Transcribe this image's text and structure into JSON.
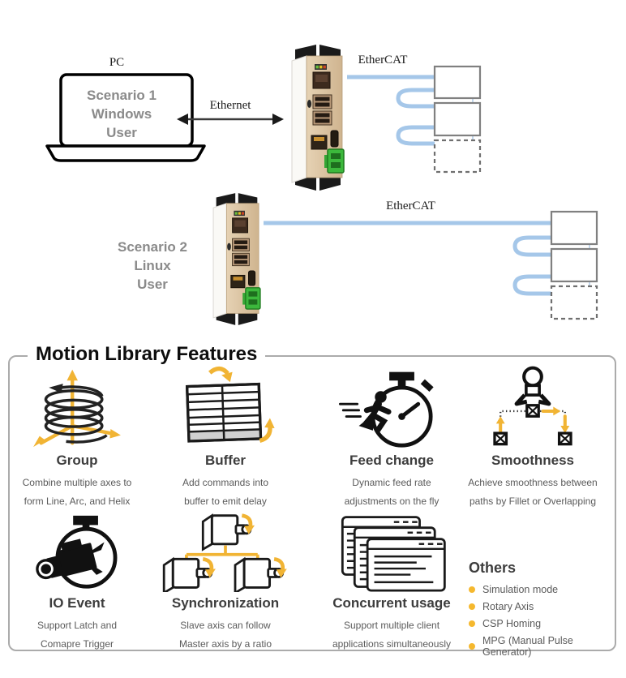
{
  "scenario1": {
    "pc_label": "PC",
    "lines": [
      "Scenario 1",
      "Windows",
      "User"
    ],
    "link_label": "Ethernet",
    "bus_label": "EtherCAT"
  },
  "scenario2": {
    "lines": [
      "Scenario 2",
      "Linux",
      "User"
    ],
    "bus_label": "EtherCAT"
  },
  "features": {
    "title": "Motion Library Features",
    "items": [
      {
        "icon": "helix-axes-icon",
        "name": "Group",
        "desc1": "Combine multiple axes to",
        "desc2": "form Line, Arc, and Helix"
      },
      {
        "icon": "buffer-stack-icon",
        "name": "Buffer",
        "desc1": "Add commands into",
        "desc2": "buffer to emit delay"
      },
      {
        "icon": "runner-stopwatch-icon",
        "name": "Feed change",
        "desc1": "Dynamic feed rate",
        "desc2": "adjustments on the fly"
      },
      {
        "icon": "gripper-path-icon",
        "name": "Smoothness",
        "desc1": "Achieve smoothness between",
        "desc2": "paths by Fillet or Overlapping"
      },
      {
        "icon": "camera-stopwatch-icon",
        "name": "IO Event",
        "desc1": "Support Latch and",
        "desc2": "Comapre Trigger"
      },
      {
        "icon": "motors-tree-icon",
        "name": "Synchronization",
        "desc1": "Slave axis can follow",
        "desc2": "Master axis by a ratio"
      },
      {
        "icon": "windows-stack-icon",
        "name": "Concurrent usage",
        "desc1": "Support multiple client",
        "desc2": "applications simultaneously"
      }
    ],
    "others": {
      "title": "Others",
      "items": [
        "Simulation mode",
        "Rotary Axis",
        "CSP Homing",
        "MPG (Manual Pulse Generator)"
      ]
    }
  },
  "colors": {
    "ethercat_blue": "#a5c7e9",
    "box_border": "#808080",
    "accent_yellow": "#f1b434",
    "scenario_gray": "#8a8a8a"
  }
}
